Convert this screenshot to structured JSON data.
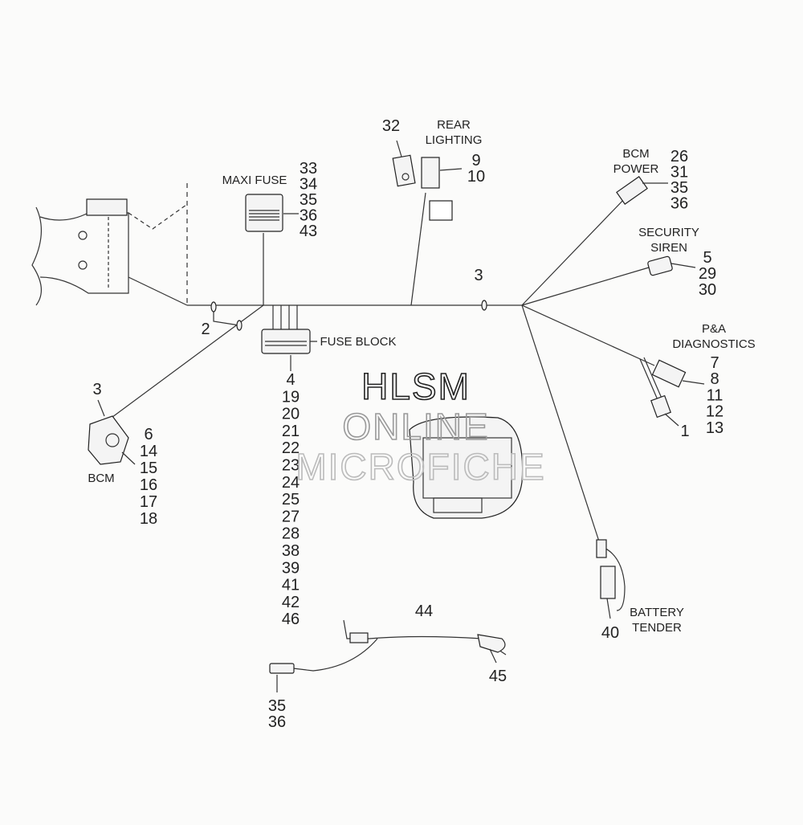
{
  "watermark": {
    "line1": "HLSM",
    "line2": "ONLINE",
    "line3": "MICROFICHE"
  },
  "callouts": {
    "maxi_fuse": {
      "label": [
        "MAXI FUSE"
      ],
      "numbers": [
        "33",
        "34",
        "35",
        "36",
        "43"
      ]
    },
    "rear_lighting": {
      "label": [
        "REAR",
        "LIGHTING"
      ],
      "numbers": [
        "9",
        "10"
      ],
      "bracket": "32"
    },
    "bcm_power": {
      "label": [
        "BCM",
        "POWER"
      ],
      "numbers": [
        "26",
        "31",
        "35",
        "36"
      ]
    },
    "security_siren": {
      "label": [
        "SECURITY",
        "SIREN"
      ],
      "numbers": [
        "5",
        "29",
        "30"
      ]
    },
    "pa_diagnostics": {
      "label": [
        "P&A",
        "DIAGNOSTICS"
      ],
      "numbers": [
        "7",
        "8",
        "11",
        "12",
        "13"
      ],
      "extra": "1"
    },
    "fuse_block": {
      "label": [
        "FUSE BLOCK"
      ],
      "numbers": [
        "4",
        "19",
        "20",
        "21",
        "22",
        "23",
        "24",
        "25",
        "27",
        "28",
        "38",
        "39",
        "41",
        "42",
        "46"
      ]
    },
    "bcm": {
      "label": [
        "BCM"
      ],
      "numbers": [
        "6",
        "14",
        "15",
        "16",
        "17",
        "18"
      ],
      "top": "3"
    },
    "battery_tender": {
      "label": [
        "BATTERY",
        "TENDER"
      ],
      "numbers": [
        "40"
      ]
    },
    "harness_clip_main": "3",
    "harness_clip_left": "2",
    "extension_harness": "44",
    "extension_cap": "45",
    "extension_connector": {
      "numbers": [
        "35",
        "36"
      ]
    }
  }
}
